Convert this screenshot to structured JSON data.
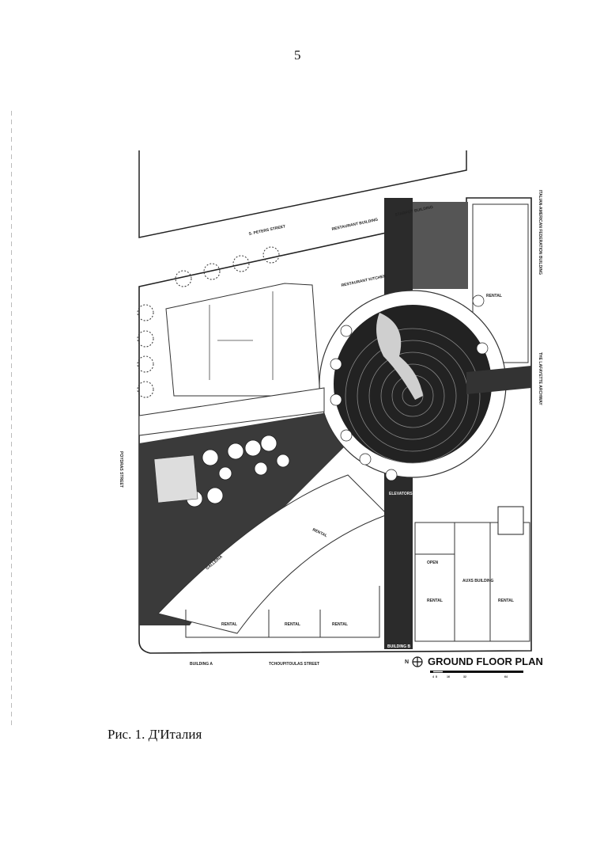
{
  "page_number": "5",
  "caption": "Рис. 1. Д'Италия",
  "plan": {
    "title": "GROUND FLOOR PLAN",
    "north": "N",
    "scale_ticks": [
      "4",
      "8",
      "16",
      "32",
      "64"
    ],
    "streets": {
      "top": "S. PETERS STREET",
      "left": "POYDRAS STREET",
      "bottom": "TCHOUPITOULAS STREET"
    },
    "buildings": {
      "restaurant": "RESTAURANT BUILDING",
      "starpot": "STARPOT BUILDING",
      "federation": "ITALIAN-AMERICAN FEDERATION BUILDING",
      "archway": "THE LAFAYETTE ARCHWAY",
      "building_a": "BUILDING A",
      "building_b": "BUILDING B"
    },
    "rooms": {
      "rental": "RENTAL",
      "kitchen": "RESTAURANT KITCHEN",
      "elevators": "ELEVATORS",
      "gallery": "GALLERIA",
      "open": "OPEN",
      "auxs": "AUXS BUILDING"
    }
  }
}
